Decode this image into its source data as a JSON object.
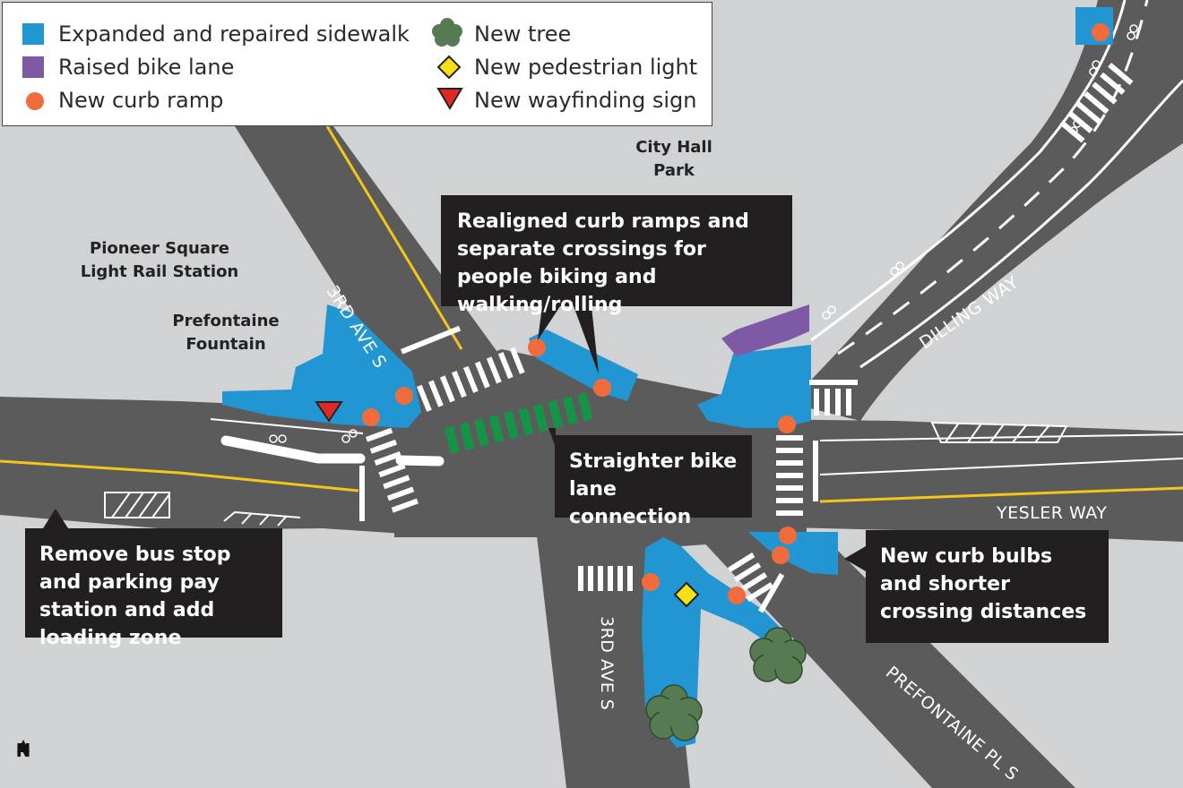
{
  "legend": {
    "items": [
      {
        "label": "Expanded and repaired sidewalk",
        "icon": "blue-square-icon",
        "color": "#2196d3"
      },
      {
        "label": "Raised bike lane",
        "icon": "purple-square-icon",
        "color": "#7e5aa6"
      },
      {
        "label": "New curb ramp",
        "icon": "orange-dot-icon",
        "color": "#f26b3a"
      },
      {
        "label": "New tree",
        "icon": "tree-icon",
        "color": "#567a52"
      },
      {
        "label": "New pedestrian light",
        "icon": "yellow-diamond-icon",
        "color": "#f7e017"
      },
      {
        "label": "New wayfinding sign",
        "icon": "red-triangle-icon",
        "color": "#e02826"
      }
    ]
  },
  "places": {
    "city_hall_park": "City Hall\nPark",
    "pioneer_square": "Pioneer Square\nLight Rail Station",
    "prefontaine_fountain": "Prefontaine\nFountain"
  },
  "streets": {
    "third_ave_north": "3RD AVE S",
    "third_ave_south": "3RD AVE S",
    "dilling_way": "DILLING WAY",
    "yesler_way": "YESLER WAY",
    "prefontaine_pl": "PREFONTAINE PL S"
  },
  "callouts": {
    "realigned": "Realigned curb ramps and separate crossings for people biking and walking/rolling",
    "straighter": "Straighter bike lane connection",
    "remove_bus": "Remove bus stop and parking pay station and add loading zone",
    "curb_bulbs": "New curb bulbs and shorter crossing distances"
  },
  "north_label": "N",
  "colors": {
    "road": "#5b5b5c",
    "land": "#d1d2d4",
    "sidewalk": "#2196d3",
    "bike_lane": "#7e5aa6",
    "ramp": "#f26b3a",
    "tree": "#567a52",
    "ped_light": "#f7e017",
    "sign": "#e02826",
    "green_paint": "#139447",
    "center_line": "#f5c518"
  }
}
